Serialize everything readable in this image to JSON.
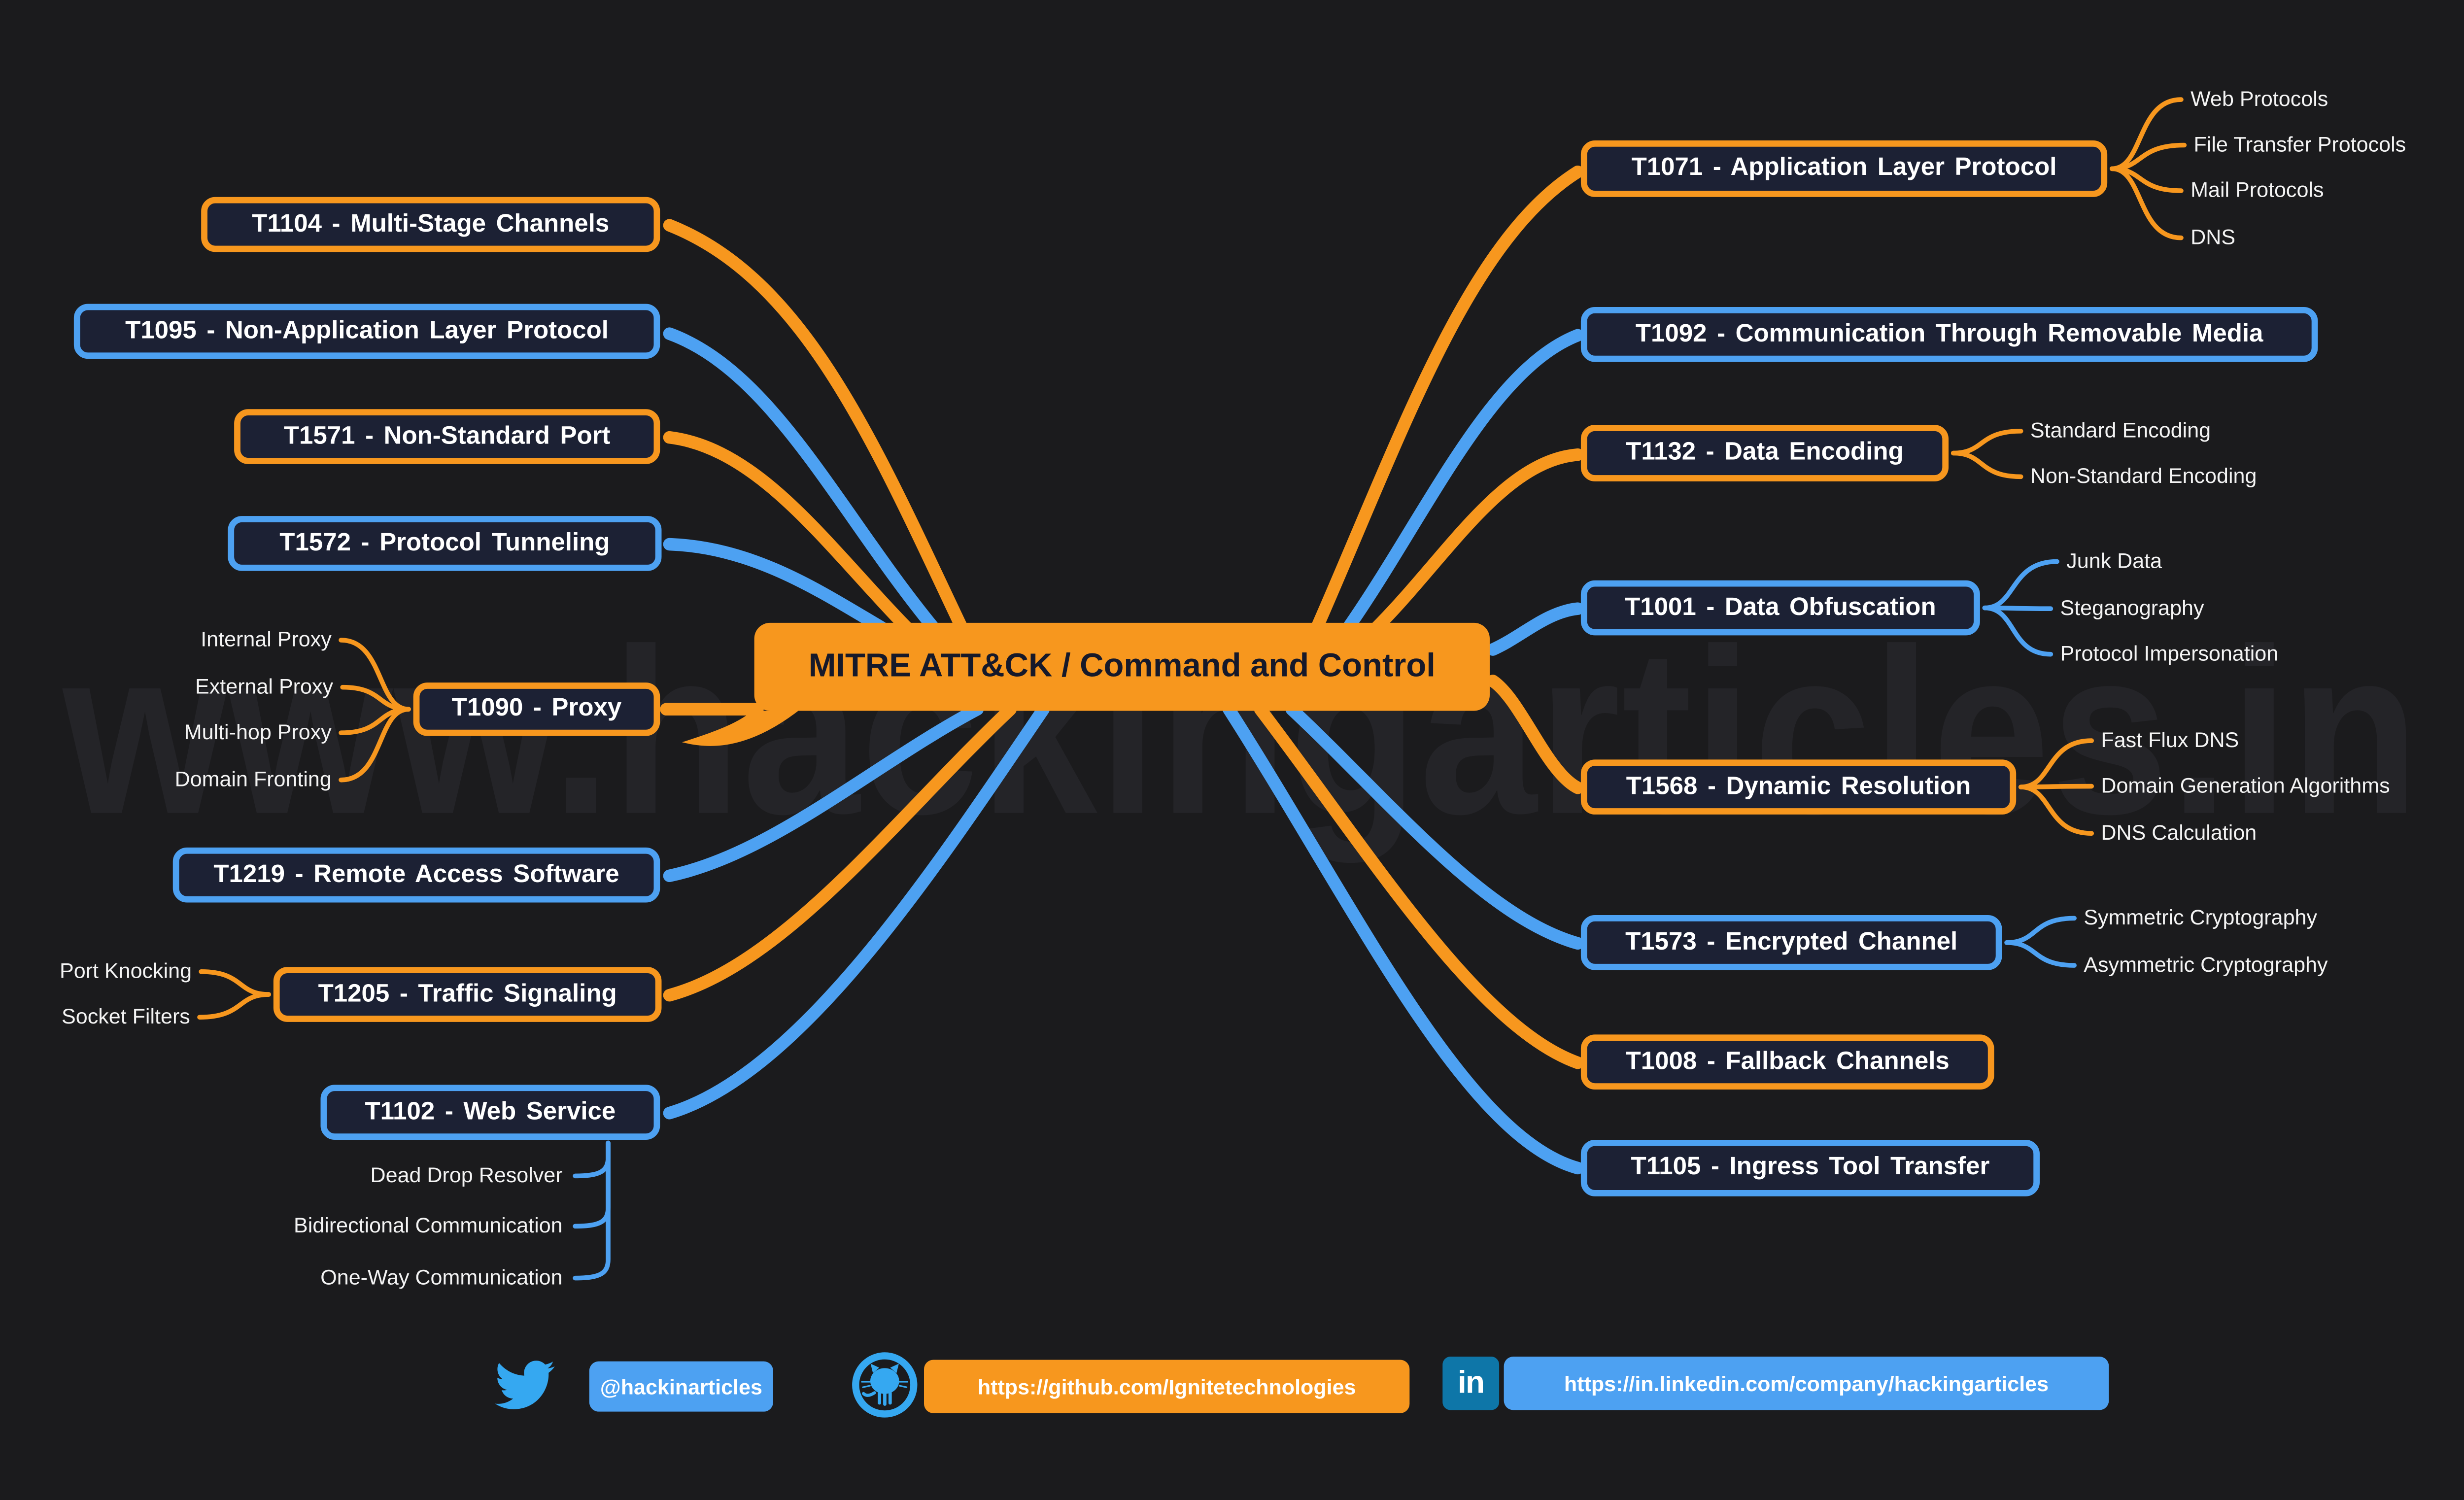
{
  "title": "MITRE ATT&CK / Command and Control",
  "watermark": "www.hackingarticles.in",
  "colors": {
    "orange": "#F7971E",
    "blue": "#4DA1F2",
    "box_fill": "#1C2134",
    "background": "#1B1B1D",
    "box_text": "#FFFFFF",
    "center_text": "#16192A",
    "watermark_text": "#242428",
    "linkedin_badge": "#0E76A8",
    "twitter_blue": "#35A8F1"
  },
  "branches": {
    "left": [
      {
        "id": "t1104",
        "label": "T1104 -  Multi-Stage Channels",
        "color": "orange",
        "children": []
      },
      {
        "id": "t1095",
        "label": "T1095 -  Non-Application Layer Protocol",
        "color": "blue",
        "children": []
      },
      {
        "id": "t1571",
        "label": "T1571 -  Non-Standard Port",
        "color": "orange",
        "children": []
      },
      {
        "id": "t1572",
        "label": "T1572 -  Protocol Tunneling",
        "color": "blue",
        "children": []
      },
      {
        "id": "t1090",
        "label": "T1090 - Proxy",
        "color": "orange",
        "children": [
          "Internal Proxy",
          "External Proxy",
          "Multi-hop Proxy",
          "Domain Fronting"
        ]
      },
      {
        "id": "t1219",
        "label": "T1219 - Remote Access Software",
        "color": "blue",
        "children": []
      },
      {
        "id": "t1205",
        "label": "T1205 -  Traffic Signaling",
        "color": "orange",
        "children": [
          "Port Knocking",
          "Socket Filters"
        ]
      },
      {
        "id": "t1102",
        "label": "T1102 -  Web Service",
        "color": "blue",
        "children": [
          "Dead Drop Resolver",
          "Bidirectional Communication",
          "One-Way Communication"
        ]
      }
    ],
    "right": [
      {
        "id": "t1071",
        "label": "T1071 -  Application Layer Protocol",
        "color": "orange",
        "children": [
          "Web Protocols",
          "File Transfer Protocols",
          "Mail Protocols",
          "DNS"
        ]
      },
      {
        "id": "t1092",
        "label": "T1092 -  Communication Through Removable Media",
        "color": "blue",
        "children": []
      },
      {
        "id": "t1132",
        "label": "T1132 -  Data Encoding",
        "color": "orange",
        "children": [
          "Standard Encoding",
          "Non-Standard Encoding"
        ]
      },
      {
        "id": "t1001",
        "label": "T1001 -  Data Obfuscation",
        "color": "blue",
        "children": [
          "Junk Data",
          "Steganography",
          "Protocol Impersonation"
        ]
      },
      {
        "id": "t1568",
        "label": "T1568 - Dynamic Resolution",
        "color": "orange",
        "children": [
          "Fast Flux DNS",
          "Domain Generation Algorithms",
          "DNS Calculation"
        ]
      },
      {
        "id": "t1573",
        "label": "T1573 -  Encrypted Channel",
        "color": "blue",
        "children": [
          "Symmetric Cryptography",
          "Asymmetric Cryptography"
        ]
      },
      {
        "id": "t1008",
        "label": "T1008 -  Fallback Channels",
        "color": "orange",
        "children": []
      },
      {
        "id": "t1105",
        "label": "T1105 -  Ingress Tool Transfer",
        "color": "blue",
        "children": []
      }
    ]
  },
  "footer": {
    "twitter_icon": "twitter-bird",
    "twitter_handle": "@hackinarticles",
    "github_icon": "github-octocat",
    "github_url": "https://github.com/Ignitetechnologies",
    "linkedin_icon": "linkedin-in",
    "linkedin_icon_text": "in",
    "linkedin_url": "https://in.linkedin.com/company/hackingarticles"
  }
}
